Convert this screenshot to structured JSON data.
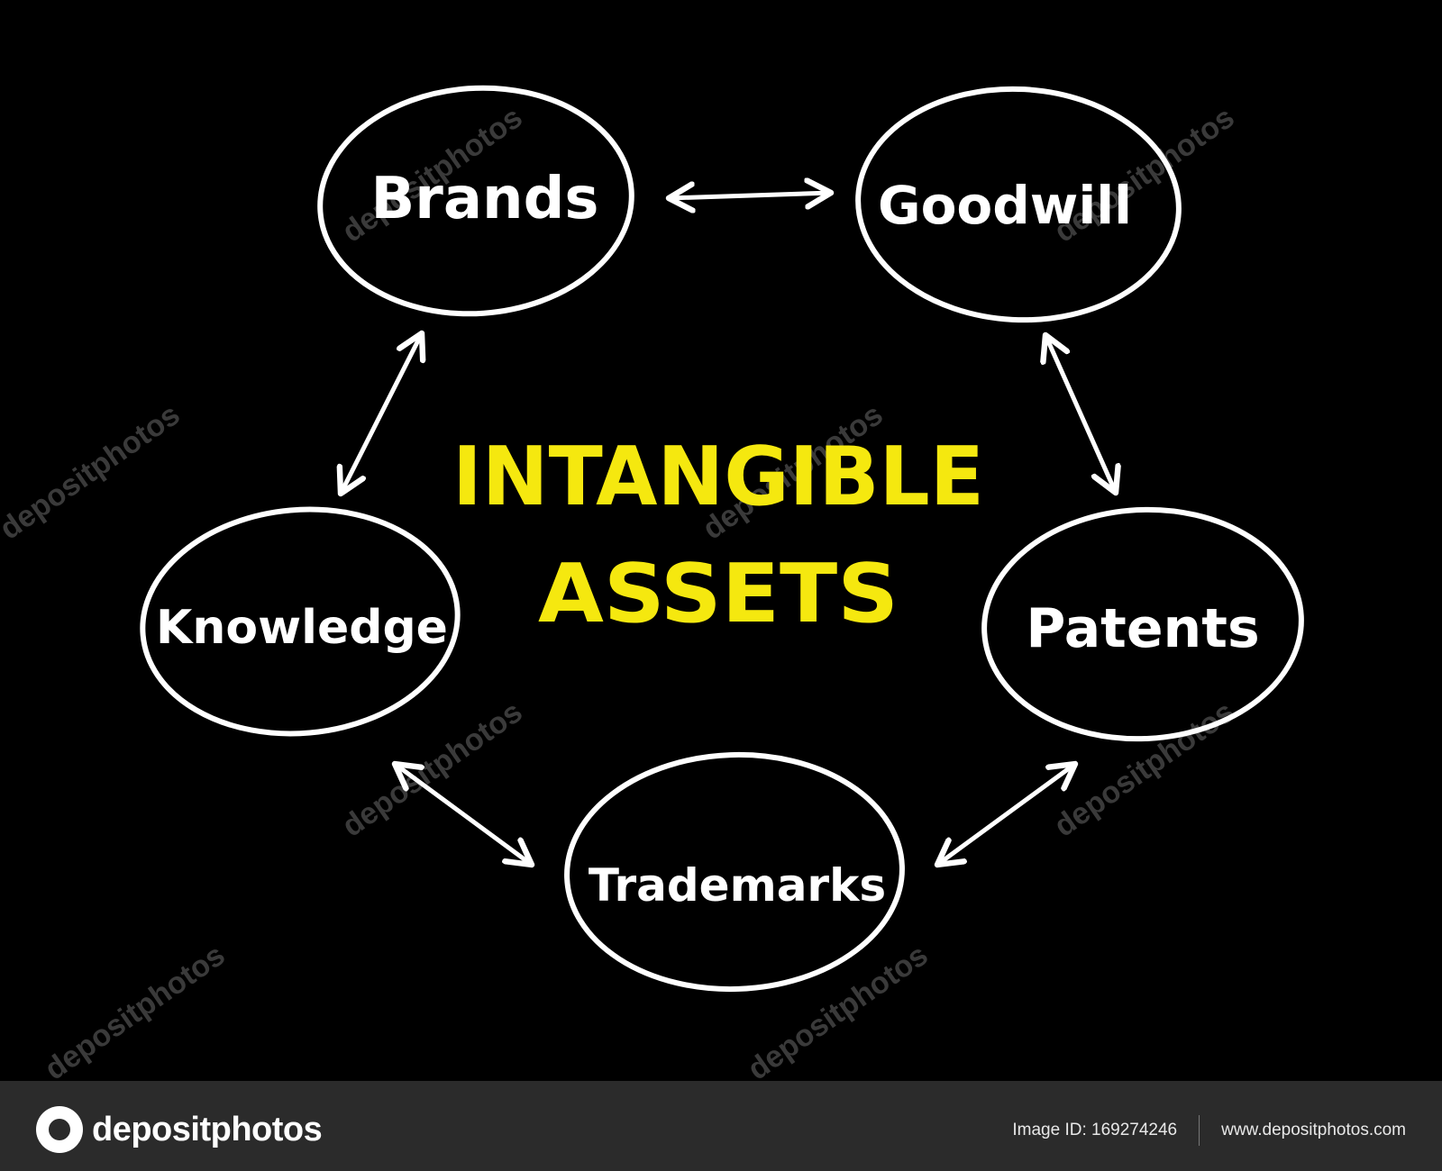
{
  "diagram": {
    "center_lines": [
      "INTANGIBLE",
      "ASSETS"
    ],
    "nodes": [
      "Brands",
      "Goodwill",
      "Patents",
      "Trademarks",
      "Knowledge"
    ],
    "connections": [
      [
        "Brands",
        "Goodwill"
      ],
      [
        "Goodwill",
        "Patents"
      ],
      [
        "Patents",
        "Trademarks"
      ],
      [
        "Trademarks",
        "Knowledge"
      ],
      [
        "Knowledge",
        "Brands"
      ]
    ],
    "colors": {
      "background": "#000000",
      "lines": "#ffffff",
      "title": "#f5e80f"
    }
  },
  "watermark": {
    "text": "depositphotos"
  },
  "footer": {
    "logo_text": "depositphotos",
    "image_id": "Image ID: 169274246",
    "site": "www.depositphotos.com"
  }
}
